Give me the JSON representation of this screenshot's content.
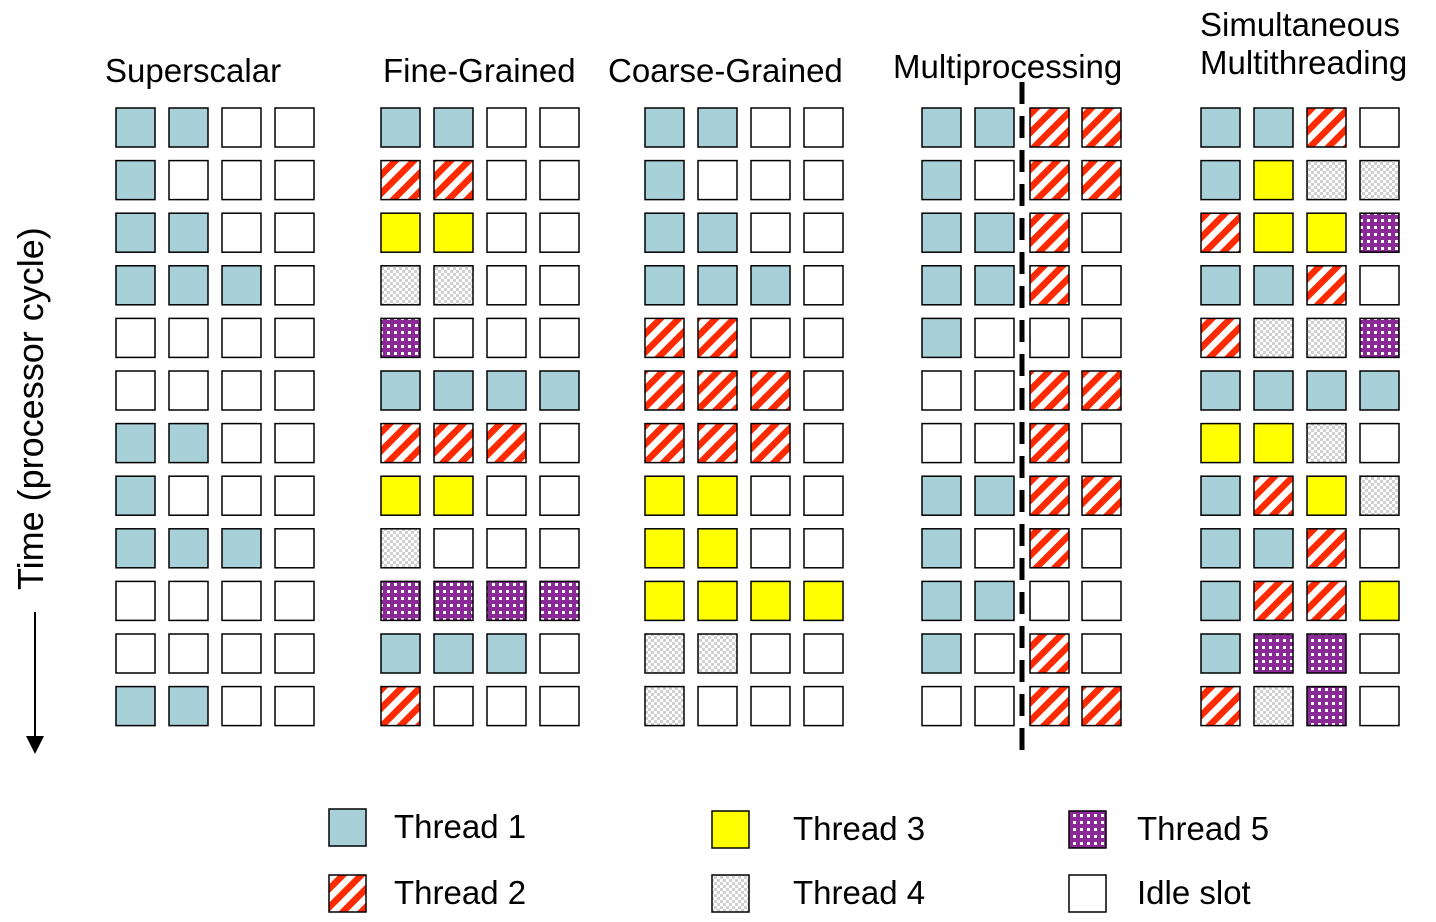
{
  "titles": {
    "superscalar": "Superscalar",
    "fine_grained": "Fine-Grained",
    "coarse_grained": "Coarse-Grained",
    "multiprocessing": "Multiprocessing",
    "smt_line1": "Simultaneous",
    "smt_line2": "Multithreading"
  },
  "axis_label": "Time (processor cycle)",
  "legend": {
    "thread1": "Thread 1",
    "thread2": "Thread 2",
    "thread3": "Thread 3",
    "thread4": "Thread 4",
    "thread5": "Thread 5",
    "idle": "Idle slot"
  },
  "colors": {
    "thread1": "#a8d0d8",
    "thread2_stripe": "#ff2a00",
    "thread3": "#ffff00",
    "thread4": "#d0d0d0",
    "thread5": "#8a2a96",
    "idle": "#ffffff"
  },
  "grids": {
    "superscalar": [
      [
        1,
        1,
        0,
        0
      ],
      [
        1,
        0,
        0,
        0
      ],
      [
        1,
        1,
        0,
        0
      ],
      [
        1,
        1,
        1,
        0
      ],
      [
        0,
        0,
        0,
        0
      ],
      [
        0,
        0,
        0,
        0
      ],
      [
        1,
        1,
        0,
        0
      ],
      [
        1,
        0,
        0,
        0
      ],
      [
        1,
        1,
        1,
        0
      ],
      [
        0,
        0,
        0,
        0
      ],
      [
        0,
        0,
        0,
        0
      ],
      [
        1,
        1,
        0,
        0
      ]
    ],
    "fine_grained": [
      [
        1,
        1,
        0,
        0
      ],
      [
        2,
        2,
        0,
        0
      ],
      [
        3,
        3,
        0,
        0
      ],
      [
        4,
        4,
        0,
        0
      ],
      [
        5,
        0,
        0,
        0
      ],
      [
        1,
        1,
        1,
        1
      ],
      [
        2,
        2,
        2,
        0
      ],
      [
        3,
        3,
        0,
        0
      ],
      [
        4,
        0,
        0,
        0
      ],
      [
        5,
        5,
        5,
        5
      ],
      [
        1,
        1,
        1,
        0
      ],
      [
        2,
        0,
        0,
        0
      ]
    ],
    "coarse_grained": [
      [
        1,
        1,
        0,
        0
      ],
      [
        1,
        0,
        0,
        0
      ],
      [
        1,
        1,
        0,
        0
      ],
      [
        1,
        1,
        1,
        0
      ],
      [
        2,
        2,
        0,
        0
      ],
      [
        2,
        2,
        2,
        0
      ],
      [
        2,
        2,
        2,
        0
      ],
      [
        3,
        3,
        0,
        0
      ],
      [
        3,
        3,
        0,
        0
      ],
      [
        3,
        3,
        3,
        3
      ],
      [
        4,
        4,
        0,
        0
      ],
      [
        4,
        0,
        0,
        0
      ]
    ],
    "multiprocessing": [
      [
        1,
        1,
        2,
        2
      ],
      [
        1,
        0,
        2,
        2
      ],
      [
        1,
        1,
        2,
        0
      ],
      [
        1,
        1,
        2,
        0
      ],
      [
        1,
        0,
        0,
        0
      ],
      [
        0,
        0,
        2,
        2
      ],
      [
        0,
        0,
        2,
        0
      ],
      [
        1,
        1,
        2,
        2
      ],
      [
        1,
        0,
        2,
        0
      ],
      [
        1,
        1,
        0,
        0
      ],
      [
        1,
        0,
        2,
        0
      ],
      [
        0,
        0,
        2,
        2
      ]
    ],
    "smt": [
      [
        1,
        1,
        2,
        0
      ],
      [
        1,
        3,
        4,
        4
      ],
      [
        2,
        3,
        3,
        5
      ],
      [
        1,
        1,
        2,
        0
      ],
      [
        2,
        4,
        4,
        5
      ],
      [
        1,
        1,
        1,
        1
      ],
      [
        3,
        3,
        4,
        0
      ],
      [
        1,
        2,
        3,
        4
      ],
      [
        1,
        1,
        2,
        0
      ],
      [
        1,
        2,
        2,
        3
      ],
      [
        1,
        5,
        5,
        0
      ],
      [
        2,
        4,
        5,
        0
      ]
    ]
  }
}
